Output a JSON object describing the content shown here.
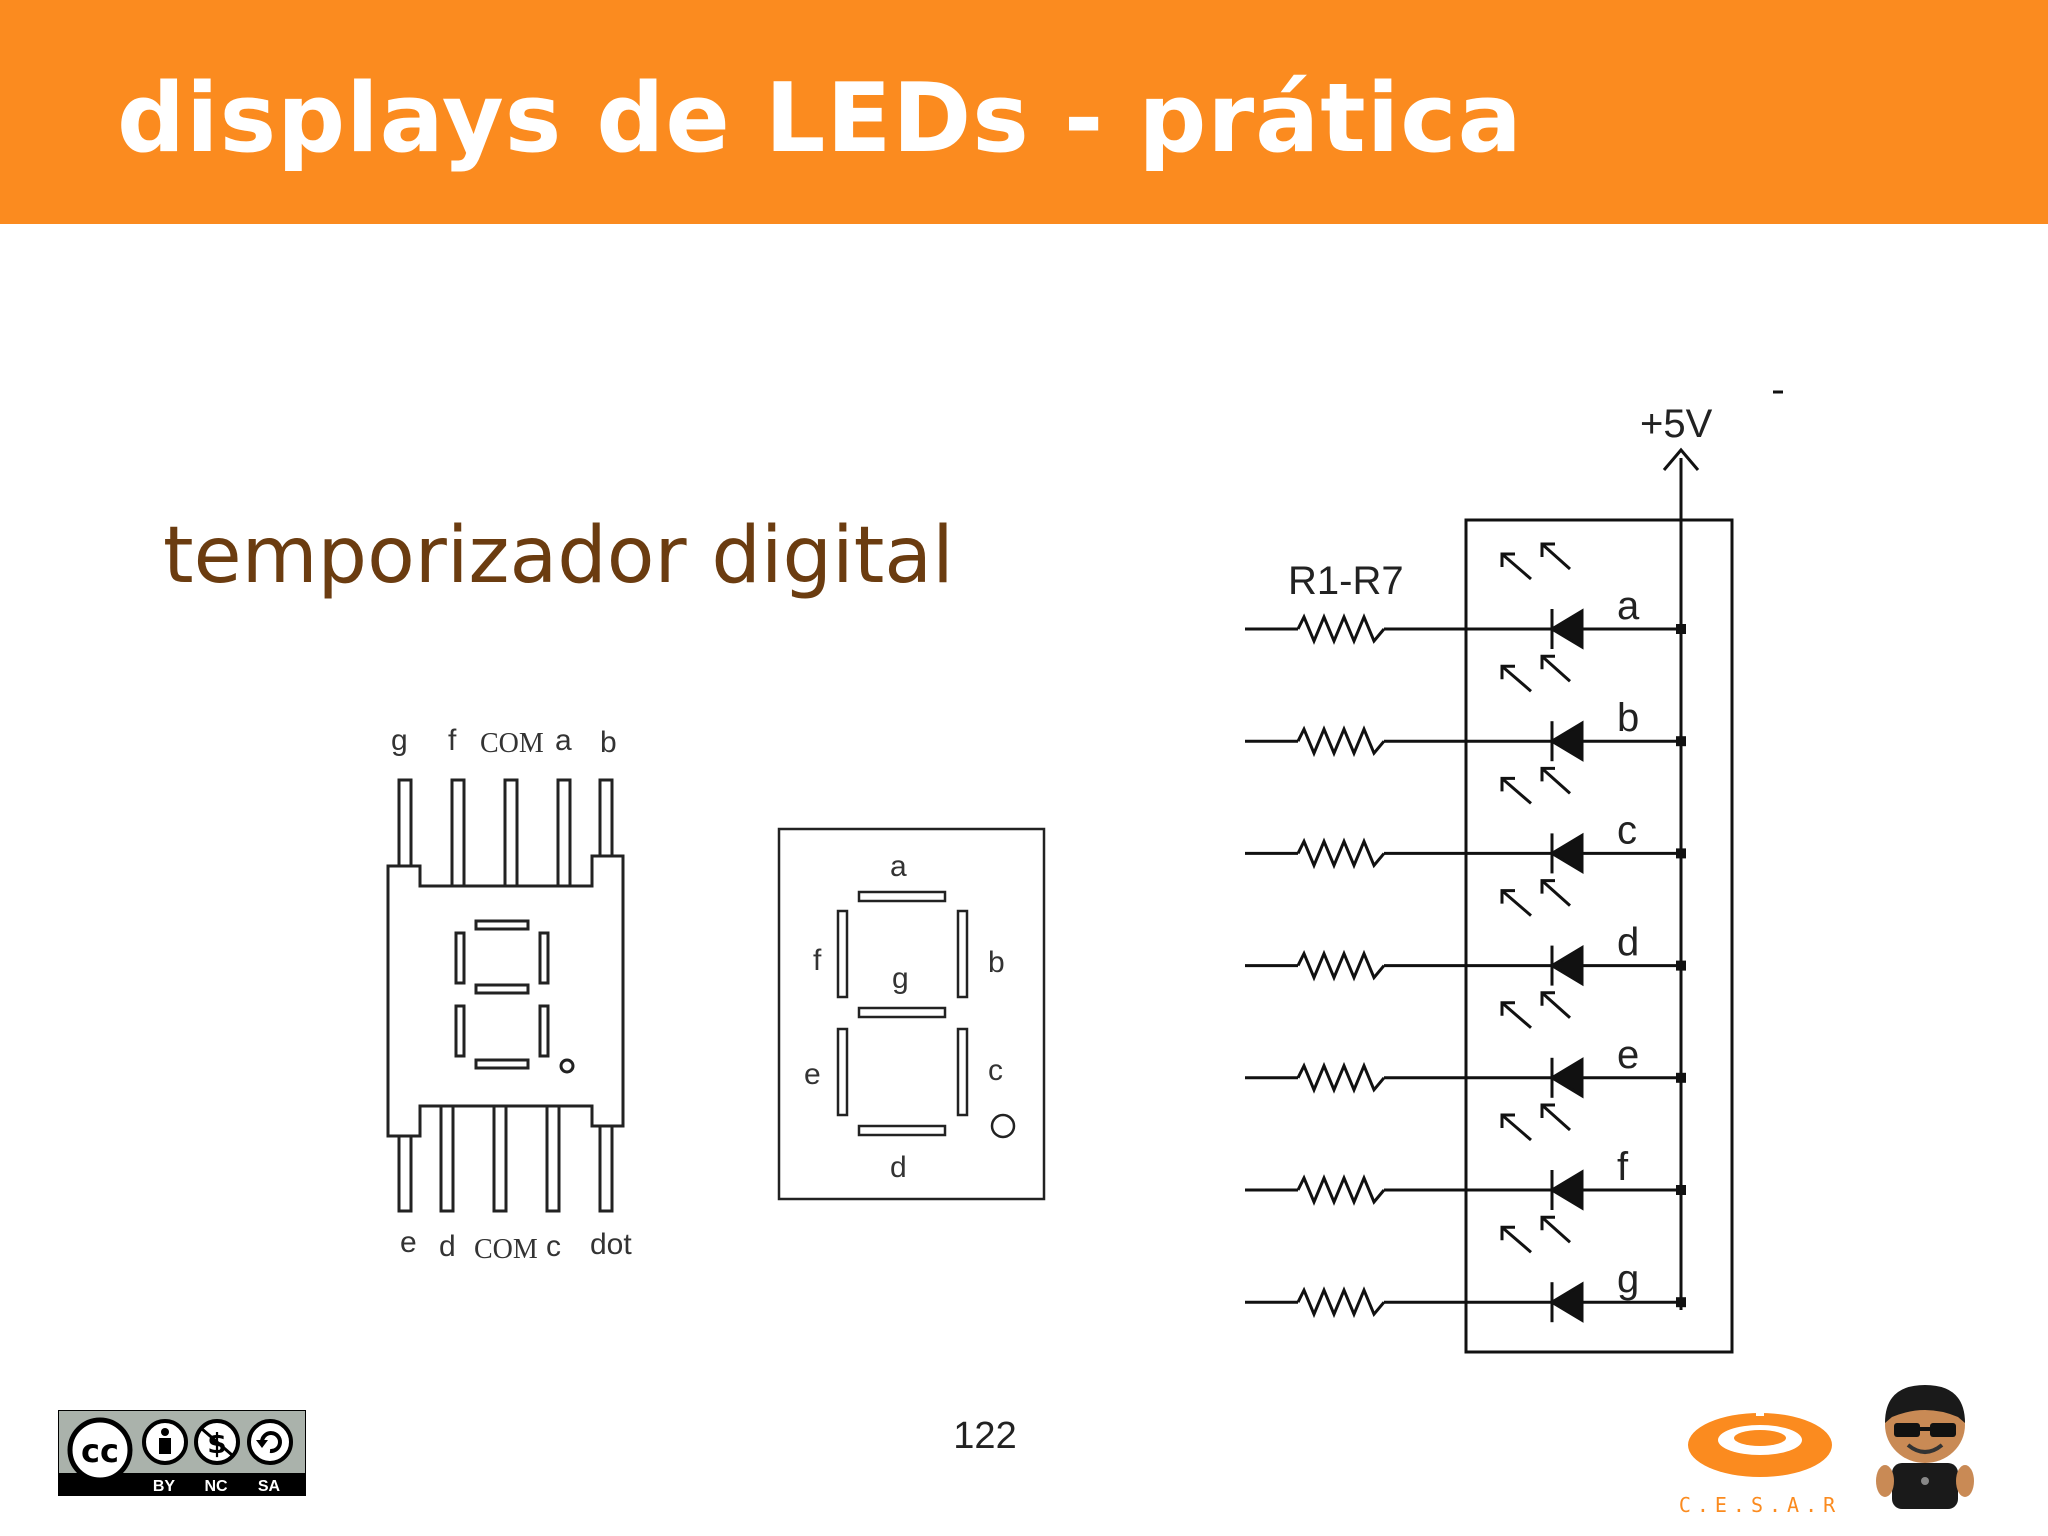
{
  "header": {
    "title": "displays de LEDs - prática",
    "color": "#fb8b1f"
  },
  "content": {
    "subtitle": "temporizador digital"
  },
  "pinout": {
    "top_pins": [
      "g",
      "f",
      "COM",
      "a",
      "b"
    ],
    "bottom_pins": [
      "e",
      "d",
      "COM",
      "c",
      "dot"
    ]
  },
  "segment_diagram": {
    "segments": [
      "a",
      "b",
      "c",
      "d",
      "e",
      "f",
      "g"
    ]
  },
  "schematic": {
    "supply": "+5V",
    "resistor_label": "R1-R7",
    "segments": [
      "a",
      "b",
      "c",
      "d",
      "e",
      "f",
      "g"
    ]
  },
  "footer": {
    "page_number": "122",
    "license": {
      "name": "cc-by-nc-sa",
      "labels": [
        "BY",
        "NC",
        "SA"
      ]
    },
    "logo_text": "C.E.S.A.R"
  }
}
